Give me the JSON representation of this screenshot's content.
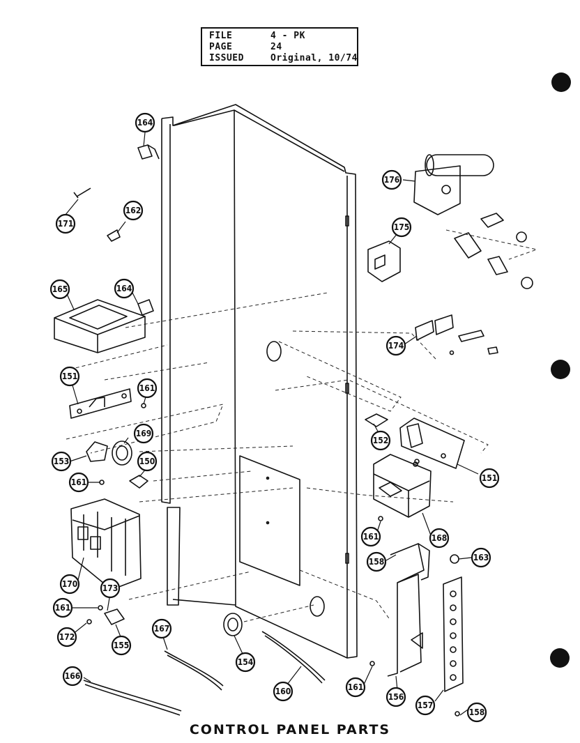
{
  "info_box": {
    "file_label": "FILE",
    "file_value": "4 - PK",
    "page_label": "PAGE",
    "page_value": "24",
    "issued_label": "ISSUED",
    "issued_value": "Original, 10/74"
  },
  "title": "CONTROL PANEL PARTS",
  "callouts": [
    {
      "id": "c164a",
      "label": "164"
    },
    {
      "id": "c171",
      "label": "171"
    },
    {
      "id": "c162",
      "label": "162"
    },
    {
      "id": "c165",
      "label": "165"
    },
    {
      "id": "c164b",
      "label": "164"
    },
    {
      "id": "c151a",
      "label": "151"
    },
    {
      "id": "c161a",
      "label": "161"
    },
    {
      "id": "c153a",
      "label": "153"
    },
    {
      "id": "c169",
      "label": "169"
    },
    {
      "id": "c150",
      "label": "150"
    },
    {
      "id": "c161b",
      "label": "161"
    },
    {
      "id": "c170",
      "label": "170"
    },
    {
      "id": "c173",
      "label": "173"
    },
    {
      "id": "c161c",
      "label": "161"
    },
    {
      "id": "c172",
      "label": "172"
    },
    {
      "id": "c155",
      "label": "155"
    },
    {
      "id": "c167a",
      "label": "167"
    },
    {
      "id": "c154",
      "label": "154"
    },
    {
      "id": "c160",
      "label": "160"
    },
    {
      "id": "c166",
      "label": "166"
    },
    {
      "id": "c176",
      "label": "176"
    },
    {
      "id": "c175",
      "label": "175"
    },
    {
      "id": "c174",
      "label": "174"
    },
    {
      "id": "c152",
      "label": "152"
    },
    {
      "id": "c151b",
      "label": "151"
    },
    {
      "id": "c161d",
      "label": "161"
    },
    {
      "id": "c168",
      "label": "168"
    },
    {
      "id": "c158a",
      "label": "158"
    },
    {
      "id": "c163",
      "label": "163"
    },
    {
      "id": "c161e",
      "label": "161"
    },
    {
      "id": "c156",
      "label": "156"
    },
    {
      "id": "c157",
      "label": "157"
    },
    {
      "id": "c158b",
      "label": "158"
    }
  ]
}
